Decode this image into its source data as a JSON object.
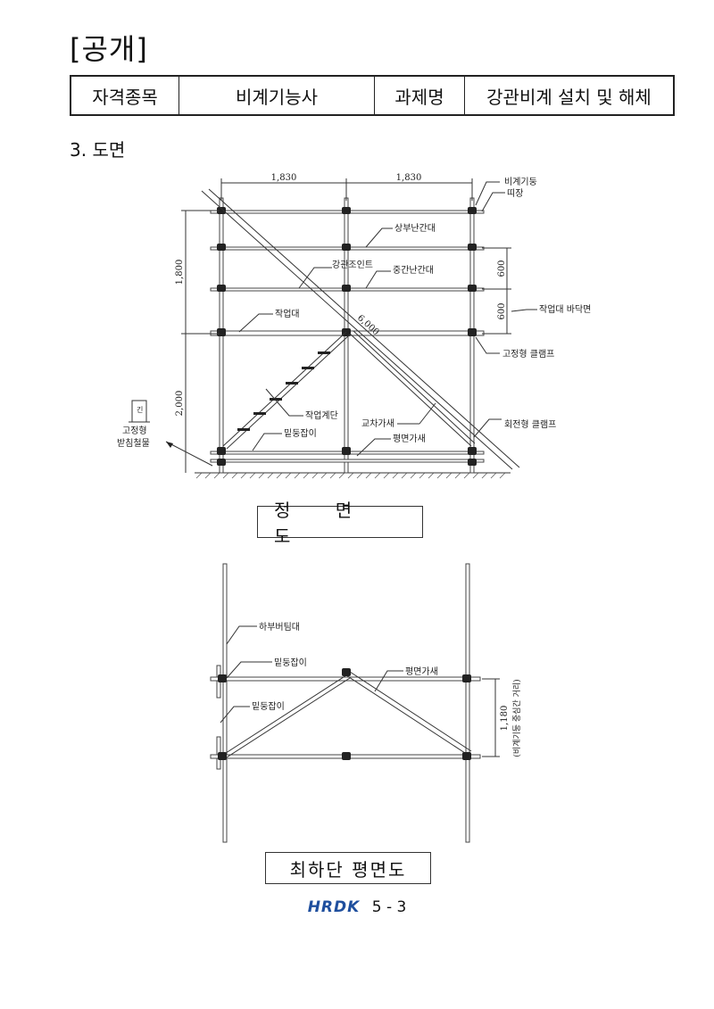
{
  "header": {
    "title": "[공개]",
    "row": [
      "자격종목",
      "비계기능사",
      "과제명",
      "강관비계 설치 및 해체"
    ]
  },
  "section_title": "3. 도면",
  "front_view": {
    "caption": "정 면 도",
    "dims": {
      "bay1": "1,830",
      "bay2": "1,830",
      "h_upper": "1,800",
      "h_lower": "2,000",
      "rail1": "600",
      "rail2": "600",
      "diag": "6,000"
    },
    "labels": {
      "post": "비계기둥",
      "ledger": "띠장",
      "top_rail": "상부난간대",
      "joint": "강관조인트",
      "mid_rail": "중간난간대",
      "platform": "작업대",
      "platform_floor": "작업대 바닥면",
      "fixed_clamp": "고정형 클램프",
      "base_plate_1": "고정형",
      "base_plate_2": "받침철물",
      "stairs": "작업계단",
      "cross_brace": "교차가새",
      "swivel_clamp": "회전형 클램프",
      "bottom_ledger": "밑둥잡이",
      "plan_brace": "평면가새"
    }
  },
  "plan_view": {
    "caption": "최하단 평면도",
    "dim": "1,180",
    "dim_note": "(비계기둥 중심간 거리)",
    "labels": {
      "sole": "하부버팀대",
      "bottom1": "밑둥잡이",
      "plan_brace": "평면가새",
      "bottom2": "밑둥잡이"
    }
  },
  "footer": {
    "logo": "HRDK",
    "page": "5 - 3"
  }
}
